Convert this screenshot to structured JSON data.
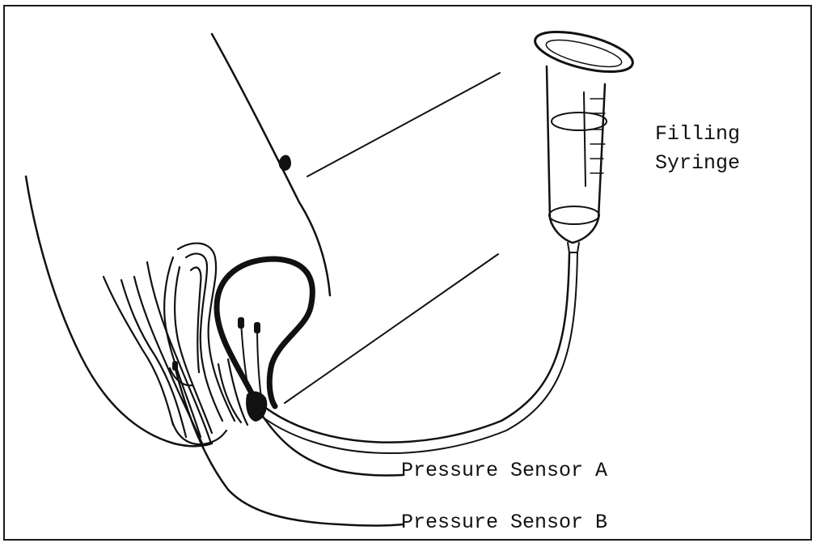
{
  "labels": {
    "filling_syringe_line1": "Filling",
    "filling_syringe_line2": "Syringe",
    "pressure_sensor_a": "Pressure Sensor A",
    "pressure_sensor_b": "Pressure Sensor B"
  },
  "colors": {
    "ink": "#111111",
    "background": "#ffffff"
  }
}
